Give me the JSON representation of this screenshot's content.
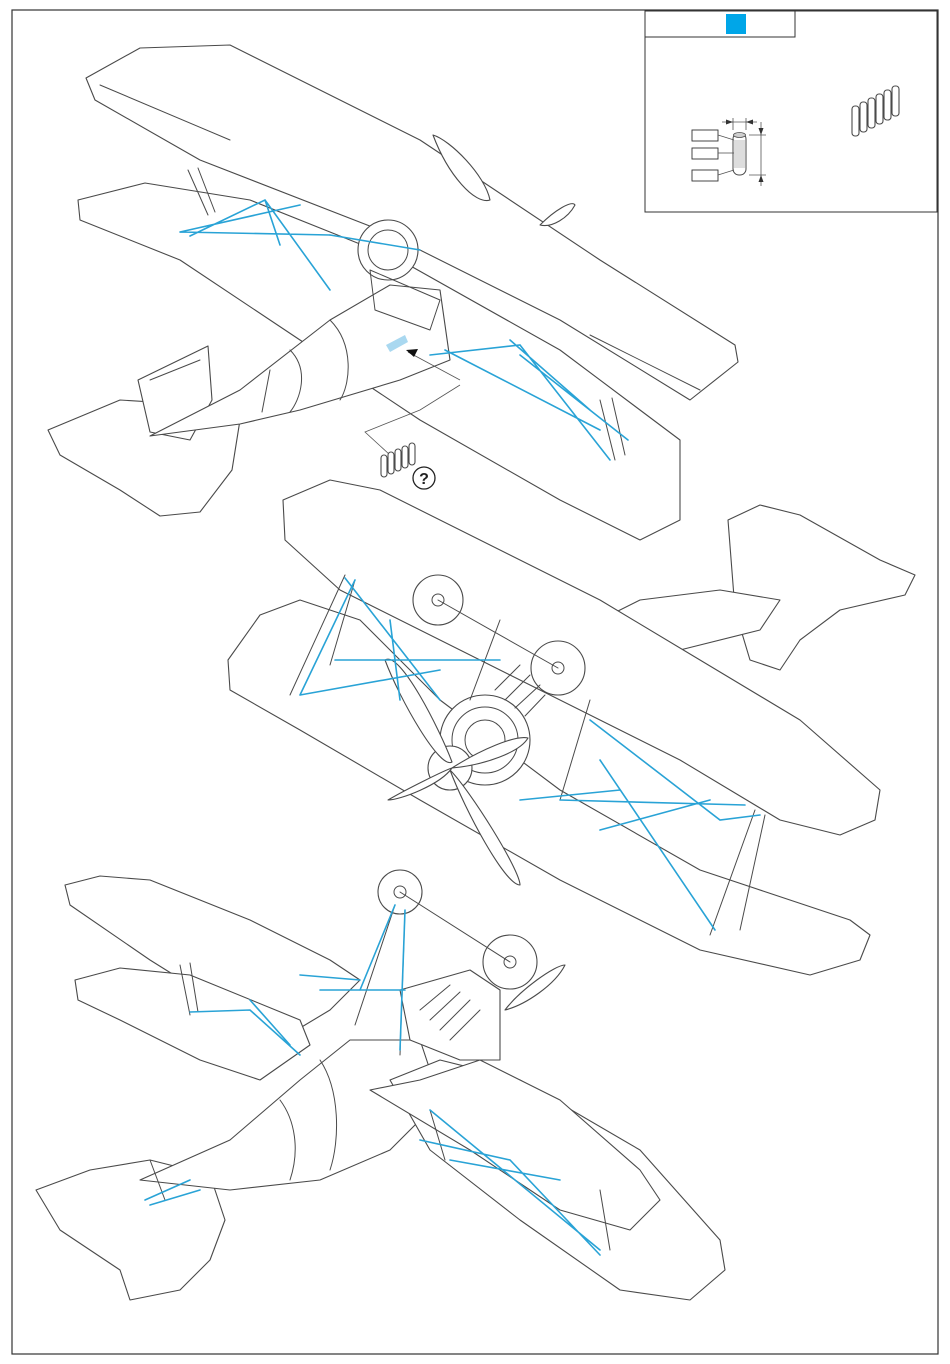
{
  "step_marker": {
    "glyph": "?"
  },
  "legend": {
    "color_swatch": "#00a6e8",
    "label_1": "",
    "label_2": "",
    "label_3": ""
  },
  "colors": {
    "rigging_wire": "#29a3d6",
    "outline": "#4a4a4a",
    "detail_patch": "#a9d8f0"
  },
  "views": [
    {
      "name": "biplane-top-view"
    },
    {
      "name": "biplane-front-three-quarter-view"
    },
    {
      "name": "biplane-underside-view"
    }
  ]
}
